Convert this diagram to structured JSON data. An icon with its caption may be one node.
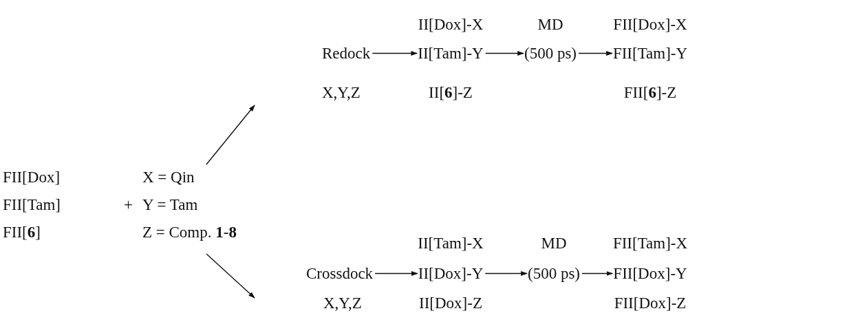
{
  "diagram": {
    "nodes": [
      {
        "text": [
          "FII[Dox]",
          "X = Qin",
          "FII[Tam]",
          "+",
          "Y = Tam",
          "FII[**6**]",
          "Z = Comp. **1**-**8**"
        ]
      },
      {
        "text": [
          "Redock",
          "X,Y,Z"
        ]
      },
      {
        "text": [
          "II[Dox]-X",
          "II[Tam]-Y",
          "II[**6**]-Z"
        ]
      },
      {
        "text": [
          "MD",
          "(500 ps)"
        ]
      },
      {
        "text": [
          "FII[Dox]-X",
          "FII[Tam]-Y",
          "FII[**6**]-Z"
        ]
      },
      {
        "text": [
          "Crossdock",
          "X,Y,Z"
        ]
      },
      {
        "text": [
          "II[Tam]-X",
          "II[Dox]-Y",
          "II[Dox]-Z"
        ]
      },
      {
        "text": [
          "MD",
          "(500 ps)"
        ]
      },
      {
        "text": [
          "FII[Tam]-X",
          "FII[Dox]-Y",
          "FII[Dox]-Z"
        ]
      }
    ],
    "edges": [
      {
        "from": 0,
        "to": 1,
        "arrow": "to"
      },
      {
        "from": 0,
        "to": 5,
        "arrow": "to"
      },
      {
        "from": 1,
        "to": 2,
        "arrow": "to"
      },
      {
        "from": 2,
        "to": 3,
        "arrow": "to"
      },
      {
        "from": 3,
        "to": 4,
        "arrow": "to"
      },
      {
        "from": 5,
        "to": 6,
        "arrow": "to"
      },
      {
        "from": 6,
        "to": 7,
        "arrow": "to"
      },
      {
        "from": 7,
        "to": 8,
        "arrow": "to"
      }
    ]
  }
}
